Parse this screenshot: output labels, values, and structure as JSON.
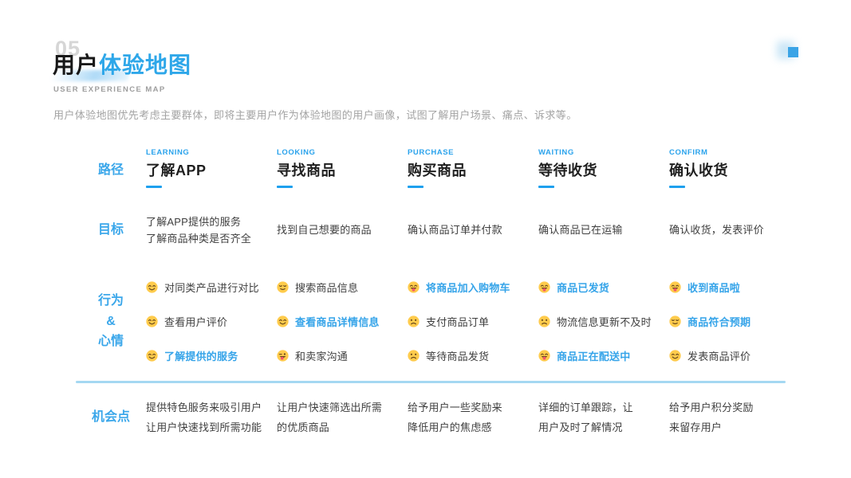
{
  "page": {
    "number": "05",
    "title_dark": "用户",
    "title_blue": "体验地图",
    "subtitle": "USER EXPERIENCE MAP",
    "description": "用户体验地图优先考虑主要群体，即将主要用户作为体验地图的用户画像，试图了解用户场景、痛点、诉求等。"
  },
  "colors": {
    "accent_blue": "#2ea7e9",
    "text_blue": "#36a4e9",
    "text_dark": "#3f3f3f",
    "divider_blue": "#a5d8f2",
    "faint_gray": "#d6d6d6"
  },
  "table": {
    "row_labels": {
      "path": "路径",
      "goal": "目标",
      "behavior": "行为\n&\n心情",
      "opportunity": "机会点"
    },
    "stages": [
      {
        "eng": "LEARNING",
        "title": "了解APP"
      },
      {
        "eng": "LOOKING",
        "title": "寻找商品"
      },
      {
        "eng": "PURCHASE",
        "title": "购买商品"
      },
      {
        "eng": "WAITING",
        "title": "等待收货"
      },
      {
        "eng": "CONFIRM",
        "title": "确认收货"
      }
    ],
    "goals": [
      "了解APP提供的服务\n了解商品种类是否齐全",
      "找到自己想要的商品",
      "确认商品订单并付款",
      "确认商品已在运输",
      "确认收货，发表评价"
    ],
    "behaviors": [
      {
        "items": [
          {
            "emoji": "smile",
            "tone": "dark",
            "text": "对同类产品进行对比"
          },
          {
            "emoji": "smile",
            "tone": "dark",
            "text": "查看用户评价"
          },
          {
            "emoji": "smile",
            "tone": "blue",
            "text": "了解提供的服务"
          }
        ]
      },
      {
        "items": [
          {
            "emoji": "relieved",
            "tone": "dark",
            "text": "搜索商品信息"
          },
          {
            "emoji": "smile",
            "tone": "blue",
            "text": "查看商品详情信息"
          },
          {
            "emoji": "wink-tongue",
            "tone": "dark",
            "text": "和卖家沟通"
          }
        ]
      },
      {
        "items": [
          {
            "emoji": "tongue",
            "tone": "blue",
            "text": "将商品加入购物车"
          },
          {
            "emoji": "frown",
            "tone": "dark",
            "text": "支付商品订单"
          },
          {
            "emoji": "frown",
            "tone": "dark",
            "text": "等待商品发货"
          }
        ]
      },
      {
        "items": [
          {
            "emoji": "tongue",
            "tone": "blue",
            "text": "商品已发货"
          },
          {
            "emoji": "frown",
            "tone": "dark",
            "text": "物流信息更新不及时"
          },
          {
            "emoji": "tongue",
            "tone": "blue",
            "text": "商品正在配送中"
          }
        ]
      },
      {
        "items": [
          {
            "emoji": "tongue",
            "tone": "blue",
            "text": "收到商品啦"
          },
          {
            "emoji": "relieved",
            "tone": "blue",
            "text": "商品符合预期"
          },
          {
            "emoji": "smile",
            "tone": "dark",
            "text": "发表商品评价"
          }
        ]
      }
    ],
    "opportunities": [
      "提供特色服务来吸引用户\n让用户快速找到所需功能",
      "让用户快速筛选出所需\n的优质商品",
      "给予用户一些奖励来\n降低用户的焦虑感",
      "详细的订单跟踪，让\n用户及时了解情况",
      "给予用户积分奖励\n来留存用户"
    ]
  }
}
